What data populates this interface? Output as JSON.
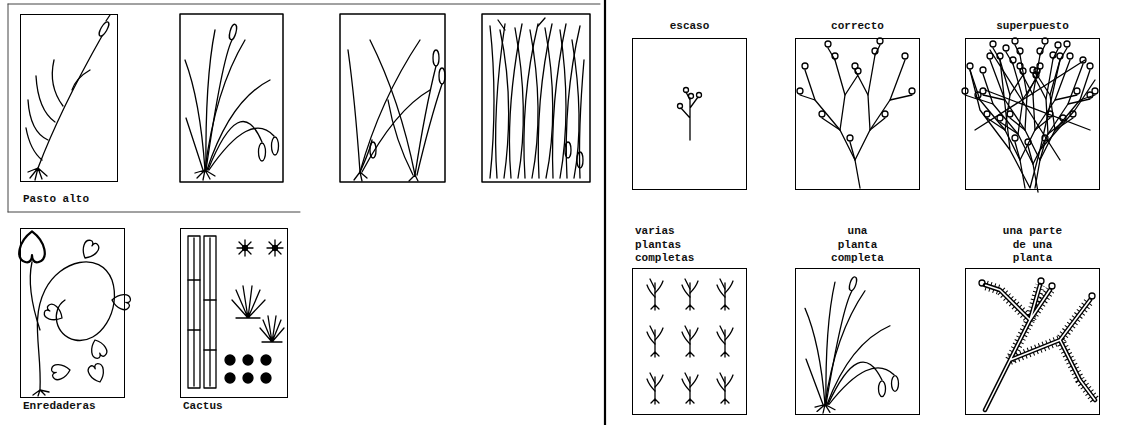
{
  "diagram": {
    "nodes": [
      {
        "text": [
          "Pasto alto"
        ]
      },
      {
        "text": [
          "Enredaderas"
        ]
      },
      {
        "text": [
          "Cactus"
        ]
      },
      {
        "text": [
          "escaso"
        ]
      },
      {
        "text": [
          "correcto"
        ]
      },
      {
        "text": [
          "superpuesto"
        ]
      },
      {
        "text": [
          "varias plantas completas"
        ]
      },
      {
        "text": [
          "una planta completa"
        ]
      },
      {
        "text": [
          "una parte de una planta"
        ]
      }
    ]
  }
}
